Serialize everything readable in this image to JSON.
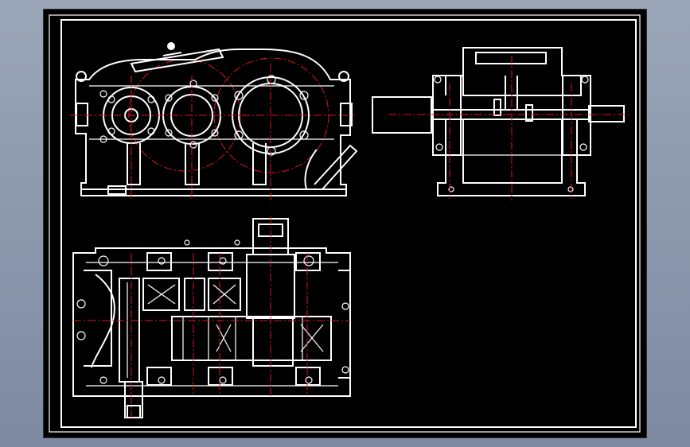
{
  "drawing": {
    "background_color": "#000000",
    "line_color": "#ffffff",
    "centerline_color": "#e0141e",
    "views": [
      {
        "name": "front-view"
      },
      {
        "name": "side-view"
      },
      {
        "name": "top-section-view"
      }
    ]
  }
}
